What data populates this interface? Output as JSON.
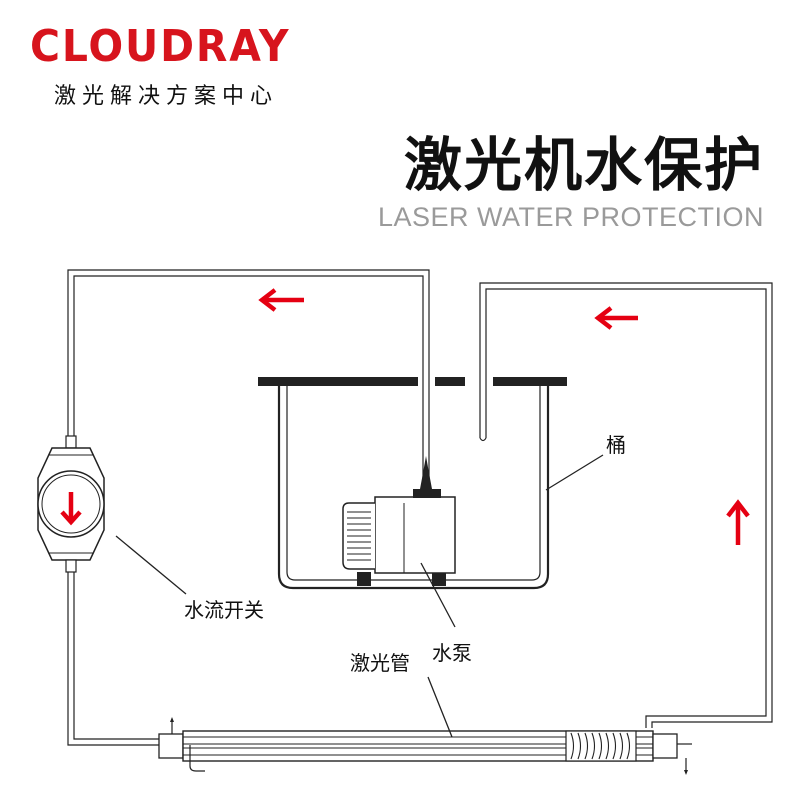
{
  "brand": {
    "logo_text": "CLOUDRAY",
    "tagline": "激光解决方案中心",
    "brand_color": "#d7141d"
  },
  "header": {
    "title": "激光机水保护",
    "subtitle": "LASER WATER PROTECTION"
  },
  "diagram": {
    "labels": {
      "bucket": "桶",
      "flow_switch": "水流开关",
      "pump": "水泵",
      "laser_tube": "激光管"
    },
    "flow_arrow_color": "#e50012",
    "line_color": "#222222",
    "flow_arrows": [
      "left",
      "left",
      "up",
      "down"
    ]
  }
}
